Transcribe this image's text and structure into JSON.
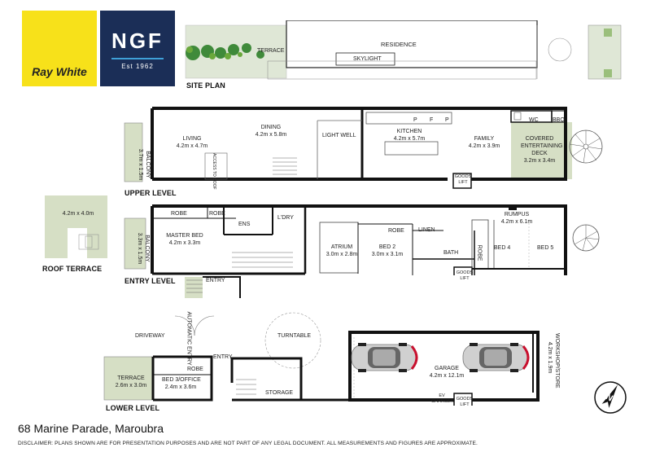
{
  "brand": {
    "agency_logo": "Ray White",
    "ngf_logo": "NGF",
    "ngf_est": "Est 1962"
  },
  "sections": {
    "site_plan": "SITE PLAN",
    "upper_level": "UPPER LEVEL",
    "entry_level": "ENTRY LEVEL",
    "lower_level": "LOWER LEVEL",
    "roof_terrace": "ROOF TERRACE"
  },
  "site_plan": {
    "residence": "RESIDENCE",
    "terrace": "TERRACE",
    "skylight": "SKYLIGHT"
  },
  "upper": {
    "balcony": "BALCONY",
    "balcony_dim": "3.7m x 1.5m",
    "living": "LIVING",
    "living_dim": "4.2m x 4.7m",
    "access": "ACCESS TO ROOF",
    "dining": "DINING",
    "dining_dim": "4.2m x 5.8m",
    "light_well": "LIGHT WELL",
    "p1": "P",
    "f": "F",
    "p2": "P",
    "kitchen": "KITCHEN",
    "kitchen_dim": "4.2m x 5.7m",
    "family": "FAMILY",
    "family_dim": "4.2m x 3.9m",
    "wc": "WC",
    "bbq": "BBQ",
    "deck1": "COVERED",
    "deck2": "ENTERTAINING",
    "deck3": "DECK",
    "deck_dim": "3.2m x 3.4m",
    "goods_lift": "GOODS LIFT"
  },
  "roof": {
    "dim": "4.2m x 4.0m"
  },
  "entry": {
    "balcony": "BALCONY",
    "balcony_dim": "3.3m x 1.5m",
    "robe1": "ROBE",
    "robe2": "ROBE",
    "ens": "ENS",
    "ldry": "L'DRY",
    "master": "MASTER BED",
    "master_dim": "4.2m x 3.3m",
    "entry": "ENTRY",
    "atrium": "ATRIUM",
    "atrium_dim": "3.0m x 2.8m",
    "robe3": "ROBE",
    "bed2": "BED 2",
    "bed2_dim": "3.0m x 3.1m",
    "linen": "LINEN",
    "bath": "BATH",
    "goods_lift": "GOODS LIFT",
    "robe4": "ROBE",
    "rumpus": "RUMPUS",
    "rumpus_dim": "4.2m x 6.1m",
    "bed4": "BED 4",
    "bed5": "BED 5"
  },
  "lower": {
    "driveway": "DRIVEWAY",
    "auto_entry": "AUTOMATIC ENTRY",
    "turntable": "TURNTABLE",
    "entry": "ENTRY",
    "robe": "ROBE",
    "terrace": "TERRACE",
    "terrace_dim": "2.6m x 3.0m",
    "bed3": "BED 3/OFFICE",
    "bed3_dim": "2.4m x 3.6m",
    "storage": "STORAGE",
    "garage": "GARAGE",
    "garage_dim": "4.2m x 12.1m",
    "ev": "EV CHARGER",
    "goods_lift": "GOODS LIFT",
    "workshop": "WORKSHOP/STORE",
    "workshop_dim": "4.2m x 1.9m"
  },
  "footer": {
    "address": "68 Marine Parade, Maroubra",
    "disclaimer": "DISCLAIMER: PLANS SHOWN ARE FOR PRESENTATION PURPOSES AND ARE NOT PART OF ANY LEGAL DOCUMENT. ALL MEASUREMENTS AND FIGURES ARE APPROXIMATE."
  },
  "colors": {
    "wall": "#111111",
    "terrace_green": "#d6dfc5",
    "logo_yellow": "#f7e11a",
    "logo_navy": "#1b2e57",
    "car_red": "#c8102e"
  },
  "icons": {
    "north": "north-arrow-icon",
    "car": "car-icon",
    "stairs": "stairs-icon",
    "spiral": "spiral-stair-icon"
  }
}
